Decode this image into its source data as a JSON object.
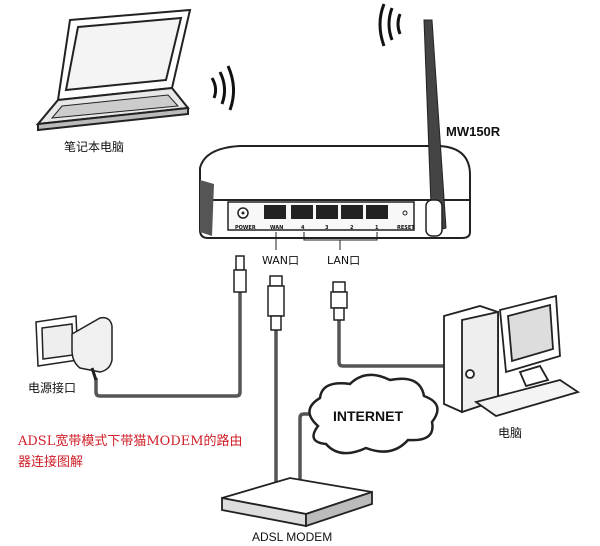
{
  "labels": {
    "laptop": "笔记本电脑",
    "router_model": "MW150R",
    "wan_port": "WAN口",
    "lan_port": "LAN口",
    "power_port": "电源接口",
    "computer": "电脑",
    "internet": "INTERNET",
    "modem": "ADSL MODEM",
    "port_power": "POWER",
    "port_wan": "WAN",
    "port_4": "4",
    "port_3": "3",
    "port_2": "2",
    "port_1": "1",
    "port_reset": "RESET"
  },
  "caption": {
    "line1": "ADSL宽带模式下带猫MODEM的路由",
    "line2": "器连接图解"
  },
  "colors": {
    "caption": "#d0202a",
    "cable": "#555555"
  }
}
